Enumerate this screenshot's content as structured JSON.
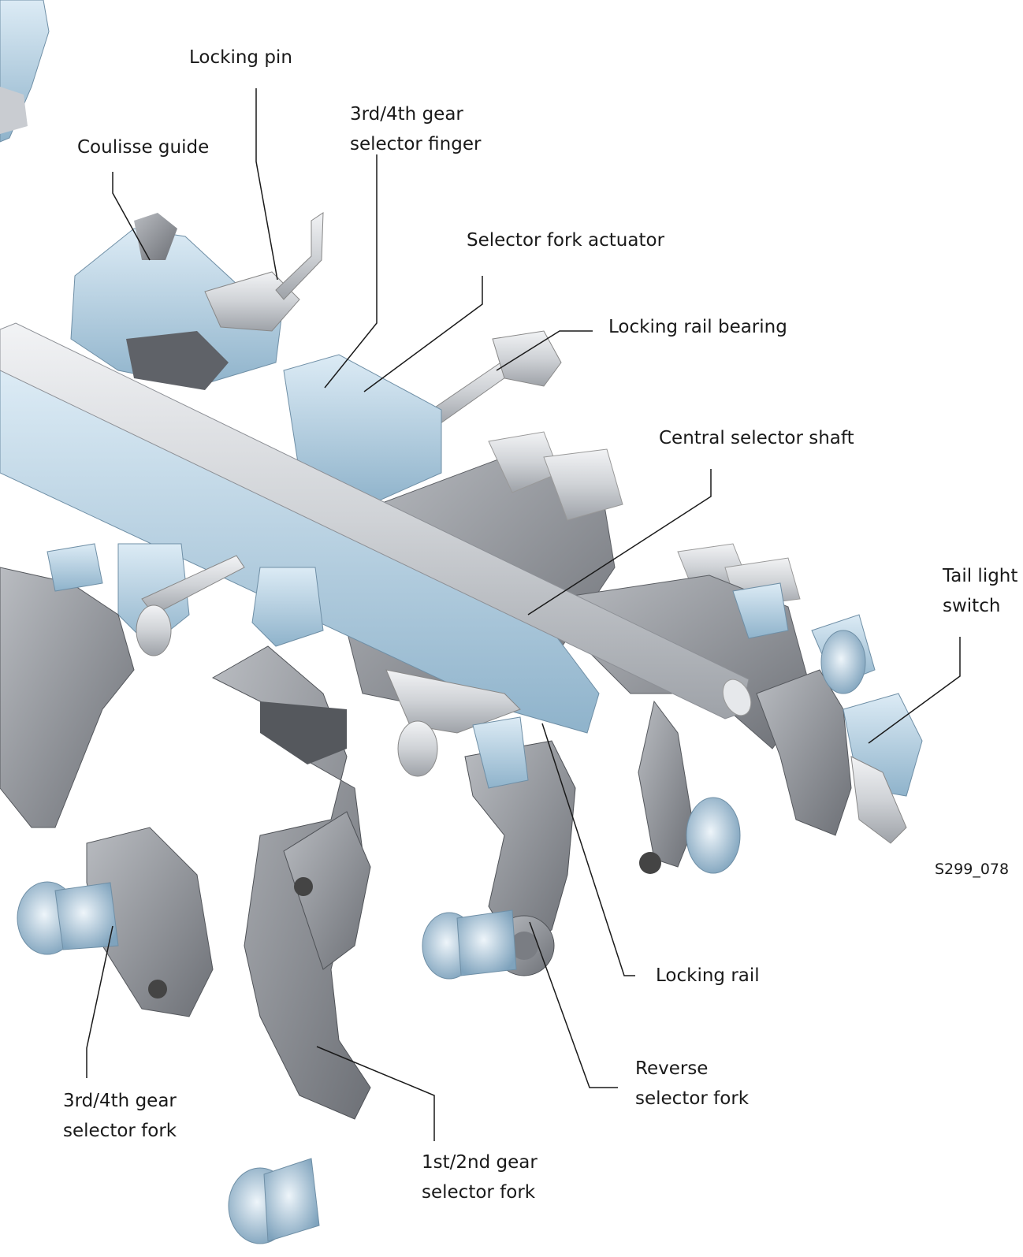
{
  "labels": {
    "locking_pin": "Locking pin",
    "coulisse_guide": "Coulisse guide",
    "gear34_finger_line1": "3rd/4th gear",
    "gear34_finger_line2": "selector finger",
    "selector_fork_actuator": "Selector fork actuator",
    "locking_rail_bearing": "Locking rail bearing",
    "central_selector_shaft": "Central selector shaft",
    "tail_light_line1": "Tail light",
    "tail_light_line2": "switch",
    "locking_rail": "Locking rail",
    "reverse_line1": "Reverse",
    "reverse_line2": "selector fork",
    "gear34_fork_line1": "3rd/4th gear",
    "gear34_fork_line2": "selector fork",
    "gear12_fork_line1": "1st/2nd gear",
    "gear12_fork_line2": "selector fork"
  },
  "figure_code": "S299_078",
  "colors": {
    "blue_part": "#b8d4e6",
    "blue_dark": "#7fa6c0",
    "grey_part": "#9a9da3",
    "grey_dark": "#6f7278",
    "silver": "#d6d8dc",
    "leader": "#1a1a1a"
  }
}
